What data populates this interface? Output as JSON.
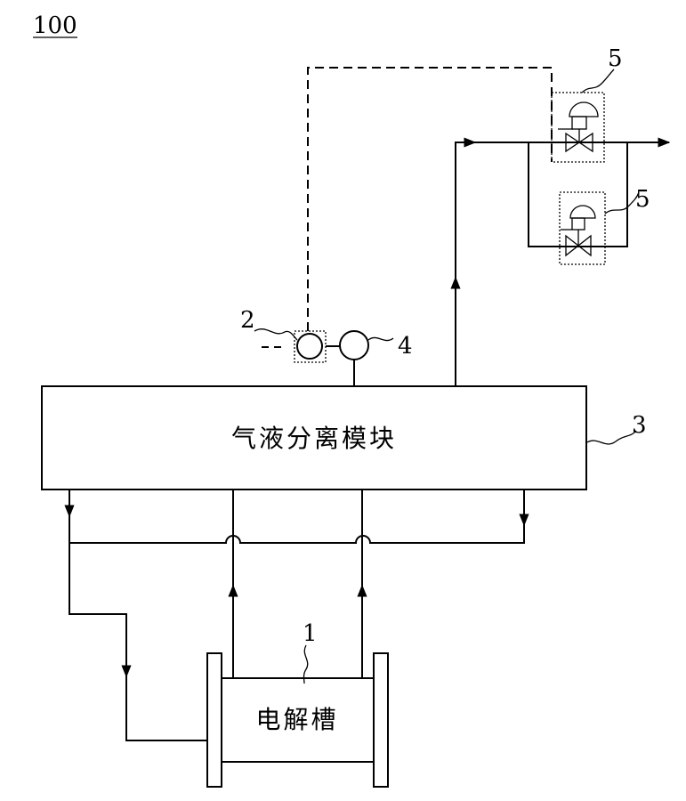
{
  "figure_number": "100",
  "module": {
    "label": "气液分离模块",
    "ref": "3"
  },
  "cell": {
    "label": "电解槽",
    "ref": "1"
  },
  "sensor": {
    "ref": "2"
  },
  "gauge": {
    "ref": "4"
  },
  "valves": [
    {
      "ref": "5"
    },
    {
      "ref": "5"
    }
  ]
}
